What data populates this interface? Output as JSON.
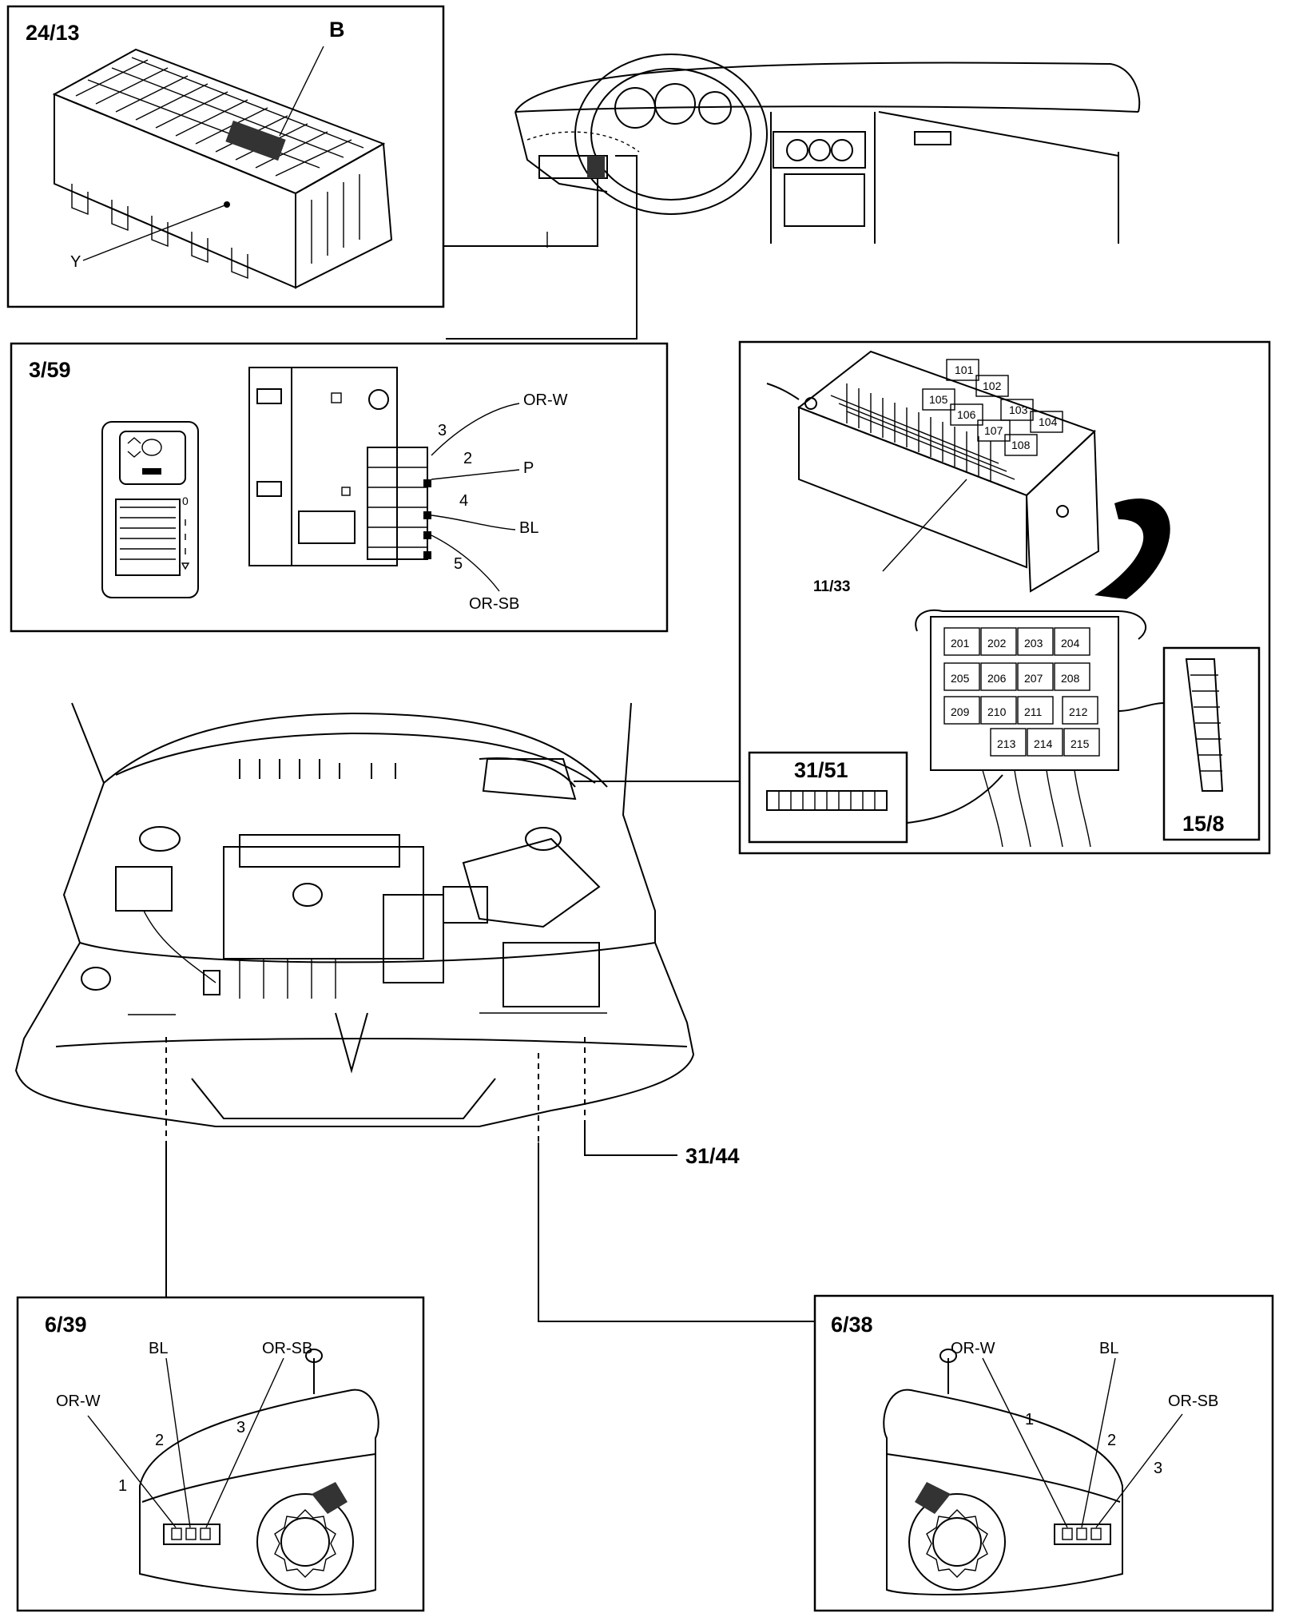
{
  "panels": {
    "p2413": {
      "ref": "24/13",
      "labels": {
        "b": "B",
        "y": "Y"
      }
    },
    "p359": {
      "ref": "3/59",
      "pins": {
        "p3": "3",
        "p2": "2",
        "p4": "4",
        "p5": "5"
      },
      "wires": {
        "orw": "OR-W",
        "p": "P",
        "bl": "BL",
        "orsb": "OR-SB"
      }
    },
    "fusebox": {
      "ref_1133": "11/33",
      "ref_3151": "31/51",
      "ref_158": "15/8",
      "relays_100": [
        "101",
        "102",
        "103",
        "104",
        "105",
        "106",
        "107",
        "108"
      ],
      "relays_200": [
        "201",
        "202",
        "203",
        "204",
        "205",
        "206",
        "207",
        "208",
        "209",
        "210",
        "211",
        "212",
        "213",
        "214",
        "215"
      ]
    },
    "p3144": {
      "ref": "31/44"
    },
    "p639": {
      "ref": "6/39",
      "wires": {
        "bl": "BL",
        "orsb": "OR-SB",
        "orw": "OR-W"
      },
      "pins": {
        "p1": "1",
        "p2": "2",
        "p3": "3"
      }
    },
    "p638": {
      "ref": "6/38",
      "wires": {
        "orw": "OR-W",
        "bl": "BL",
        "orsb": "OR-SB"
      },
      "pins": {
        "p1": "1",
        "p2": "2",
        "p3": "3"
      }
    }
  },
  "switch_scale": {
    "zero": "0"
  }
}
